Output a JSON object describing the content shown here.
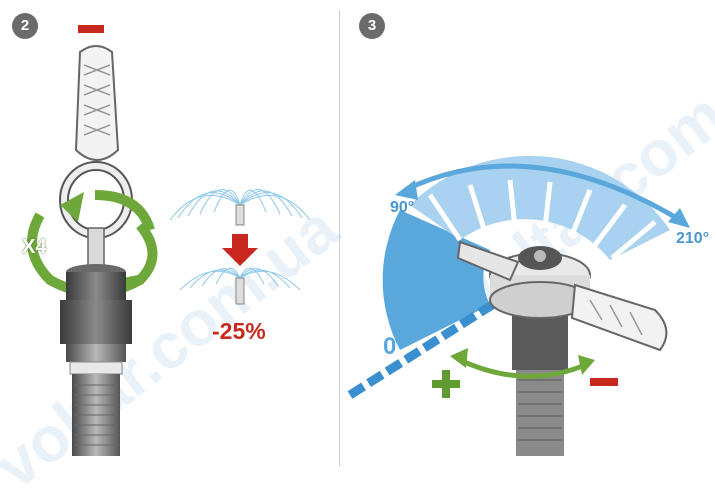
{
  "watermark": "voltar.com.ua",
  "steps": [
    {
      "number": "2",
      "turns_label": "X4",
      "minus_sign": "—",
      "reduction_label": "-25%",
      "colors": {
        "minus": "#c8281e",
        "arrow_green": "#6fa83a",
        "spray": "#8ec8ea",
        "down_arrow": "#c8281e"
      }
    },
    {
      "number": "3",
      "angle_start_label": "0°",
      "angle_mid_label": "90°",
      "angle_max_label": "210°",
      "plus_sign": "+",
      "minus_sign": "—",
      "colors": {
        "arc_blue": "#5aa7dc",
        "arc_light": "#a9d1f0",
        "plus": "#5f9b2e",
        "minus": "#c8281e",
        "arrow_green": "#6fa83a"
      }
    }
  ]
}
